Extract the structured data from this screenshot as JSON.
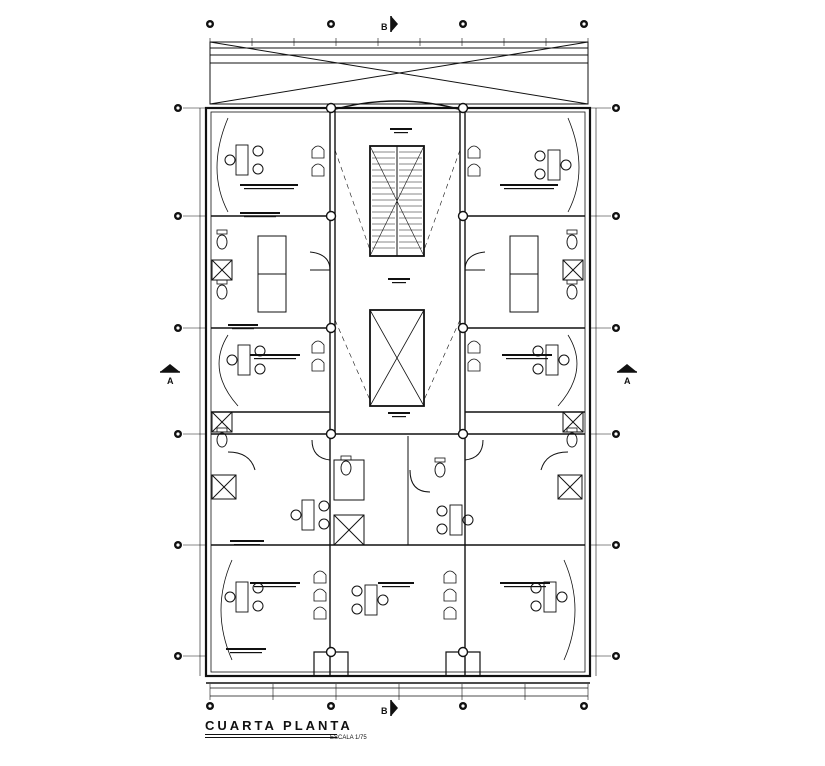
{
  "plan": {
    "title": "CUARTA PLANTA",
    "scale": "ESCALA 1/75",
    "section_labels": {
      "top": "B",
      "bottom": "B",
      "left": "A",
      "right": "A"
    }
  },
  "colors": {
    "line": "#111111",
    "background": "#ffffff"
  },
  "icons": [
    "section-arrow-icon",
    "grid-bubble-icon",
    "desk-chair-icon",
    "toilet-icon",
    "stair-icon",
    "elevator-icon"
  ]
}
